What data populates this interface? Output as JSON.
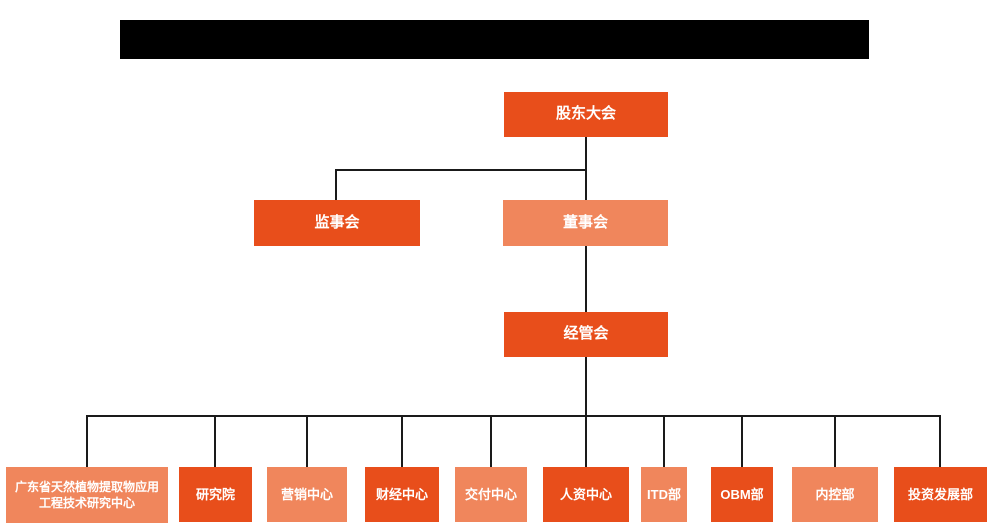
{
  "colors": {
    "node_primary": "#E84E1B",
    "node_secondary": "#F0865C",
    "connector_line": "#1a1a1a",
    "redacted_bar": "#000000",
    "node_text": "#ffffff",
    "background": "#ffffff"
  },
  "org_chart": {
    "redacted_title": "",
    "root": {
      "label": "股东大会"
    },
    "level2": [
      {
        "label": "监事会"
      },
      {
        "label": "董事会"
      }
    ],
    "level3": {
      "label": "经管会"
    },
    "departments": [
      {
        "label": "广东省天然植物提取物应用工程技术研究中心"
      },
      {
        "label": "研究院"
      },
      {
        "label": "营销中心"
      },
      {
        "label": "财经中心"
      },
      {
        "label": "交付中心"
      },
      {
        "label": "人资中心"
      },
      {
        "label": "ITD部"
      },
      {
        "label": "OBM部"
      },
      {
        "label": "内控部"
      },
      {
        "label": "投资发展部"
      }
    ]
  }
}
